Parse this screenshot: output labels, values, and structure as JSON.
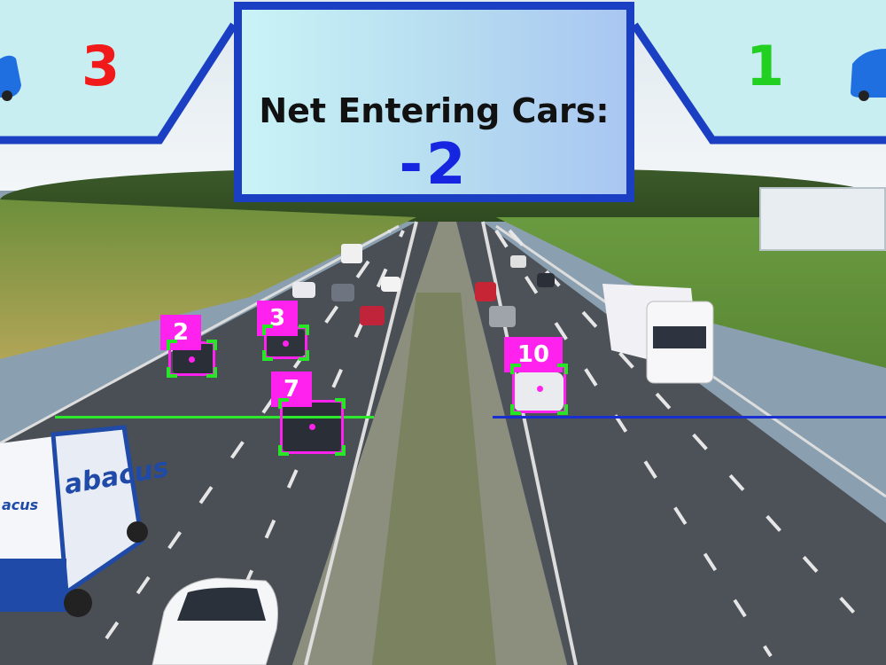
{
  "overlay": {
    "net_title": "Net Entering Cars:",
    "net_value": "-2",
    "left_count": "3",
    "right_count": "1",
    "colors": {
      "panel_border": "#1b3fc2",
      "net_value": "#1626e0",
      "left_count": "#f11a1a",
      "right_count": "#22d022",
      "tag_bg": "#ff22ee",
      "corner": "#26e626",
      "line_left": "#2ee82e",
      "line_right": "#1a2fd0"
    }
  },
  "vehicles": {
    "ids": [
      "2",
      "3",
      "7",
      "10"
    ]
  },
  "signs": {
    "truck_logo": "abacus",
    "truck_small": "acus"
  }
}
